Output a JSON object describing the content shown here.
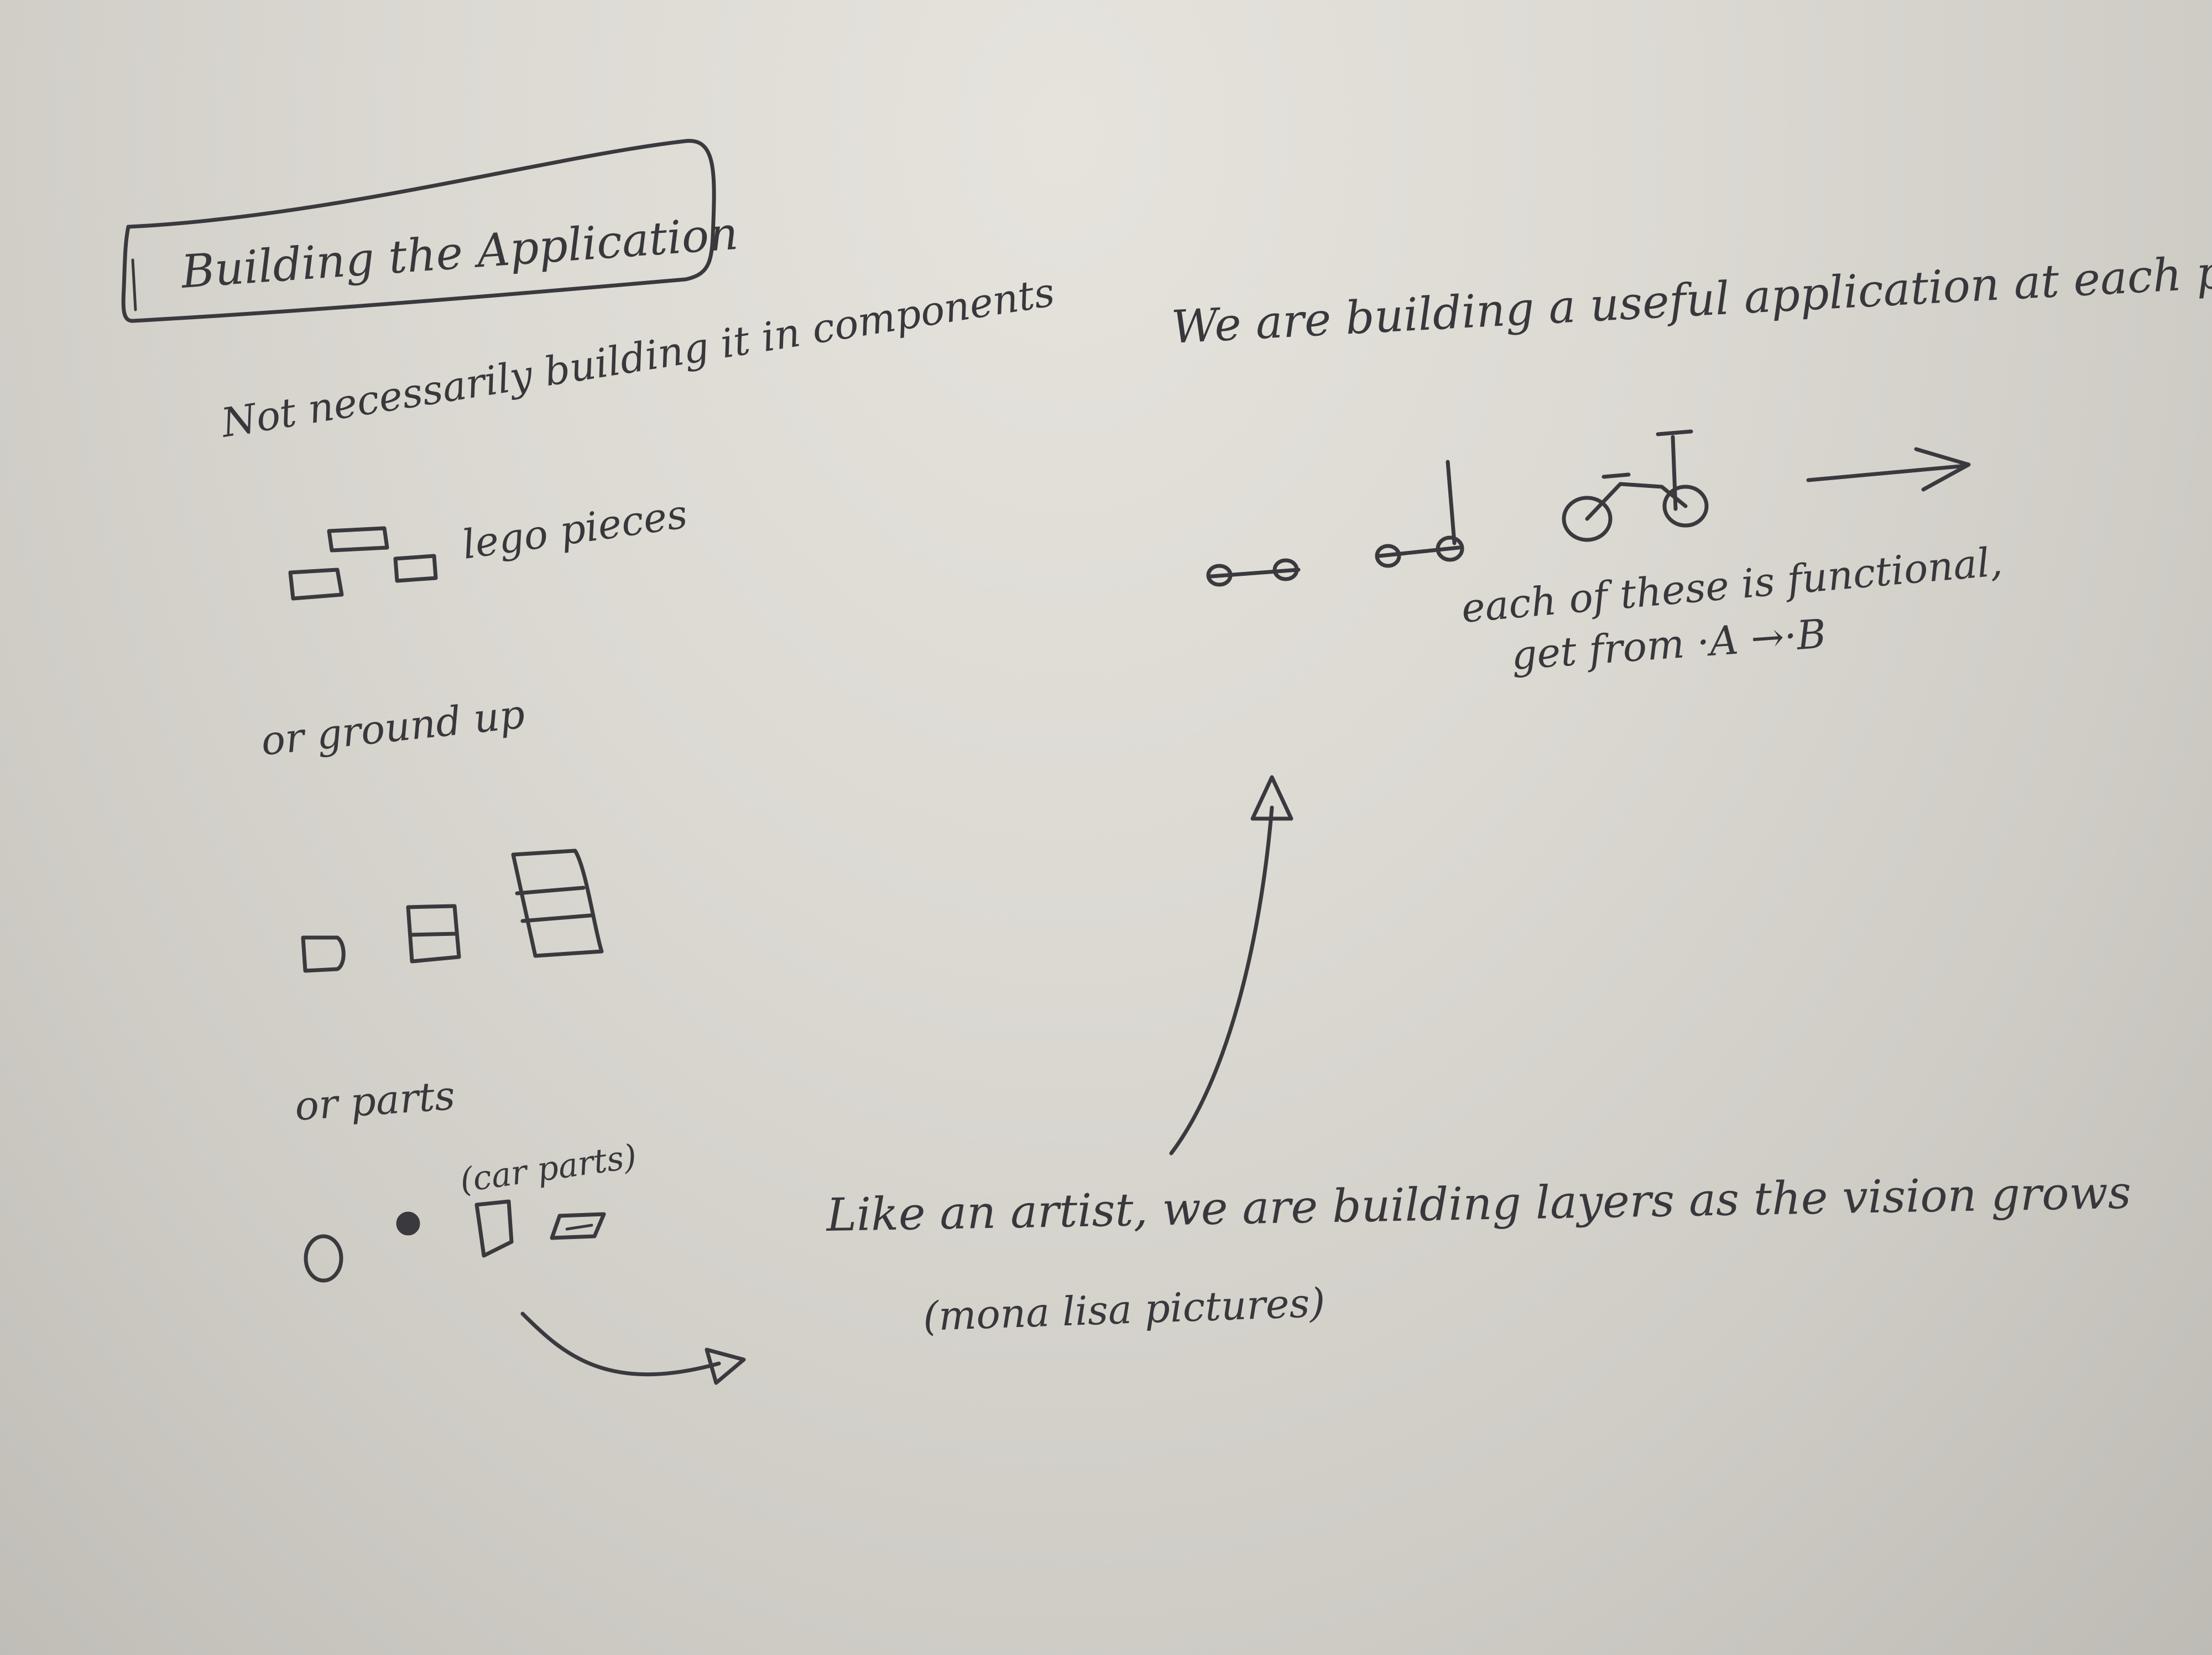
{
  "whiteboard": {
    "title": "Building the Application",
    "left_column": {
      "line1": "Not necessarily building it in components",
      "lego_label": "lego pieces",
      "ground_label": "or ground up",
      "parts_label": "or parts",
      "car_parts_label": "(car parts)"
    },
    "right_column": {
      "headline": "We are building a useful application at each phase",
      "functional_line1": "each of these is functional,",
      "functional_line2": "get from  ·A  →·B"
    },
    "bottom": {
      "artist_line": "Like an artist, we are building layers as the vision grows",
      "mona_lisa": "(mona lisa pictures)"
    }
  }
}
